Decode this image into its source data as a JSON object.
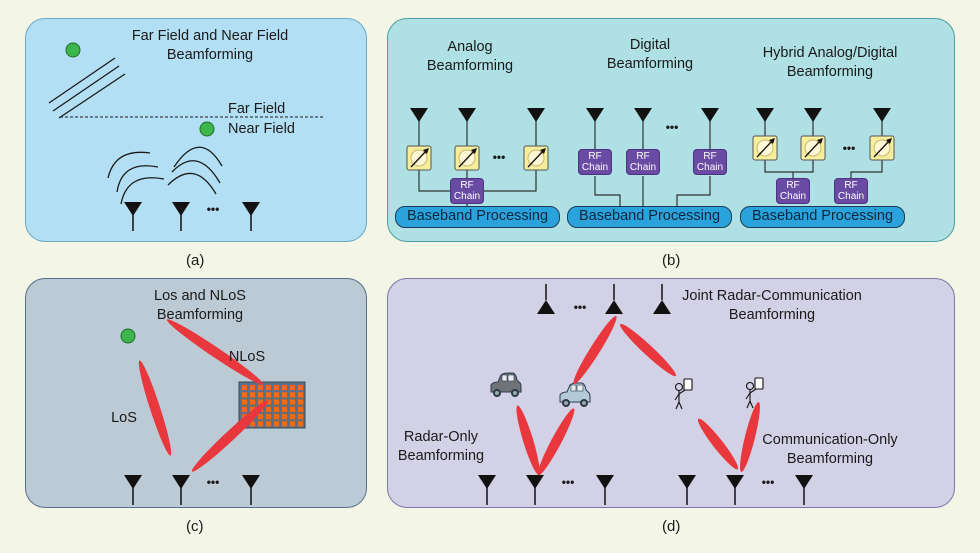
{
  "figure": {
    "panels": {
      "a": {
        "caption": "(a)",
        "title": "Far Field and Near Field\nBeamforming",
        "far_field_label": "Far Field",
        "near_field_label": "Near Field",
        "antenna_count_shown": 3,
        "ellipsis": "•••"
      },
      "b": {
        "caption": "(b)",
        "analog": {
          "title": "Analog\nBeamforming",
          "rf_chain_label": "RF\nChain",
          "baseband_label": "Baseband Processing"
        },
        "digital": {
          "title": "Digital\nBeamforming",
          "rf_chain_label": "RF\nChain",
          "baseband_label": "Baseband Processing"
        },
        "hybrid": {
          "title": "Hybrid Analog/Digital\nBeamforming",
          "rf_chain_label": "RF\nChain",
          "baseband_label": "Baseband Processing"
        },
        "ellipsis": "•••"
      },
      "c": {
        "caption": "(c)",
        "title": "Los and NLoS\nBeamforming",
        "los_label": "LoS",
        "nlos_label": "NLoS",
        "ellipsis": "•••"
      },
      "d": {
        "caption": "(d)",
        "joint_title": "Joint Radar-Communication\nBeamforming",
        "radar_title": "Radar-Only\nBeamforming",
        "comm_title": "Communication-Only\nBeamforming",
        "ellipsis": "•••"
      }
    },
    "colors": {
      "user_dot": "#3cb54a",
      "beam": "#e8383d",
      "phase_shifter": "#f6ee9c",
      "rf_chain": "#6a4ba3",
      "baseband": "#2aa3dd",
      "ris_element": "#f26a1b",
      "ris_frame": "#5d7184"
    }
  }
}
